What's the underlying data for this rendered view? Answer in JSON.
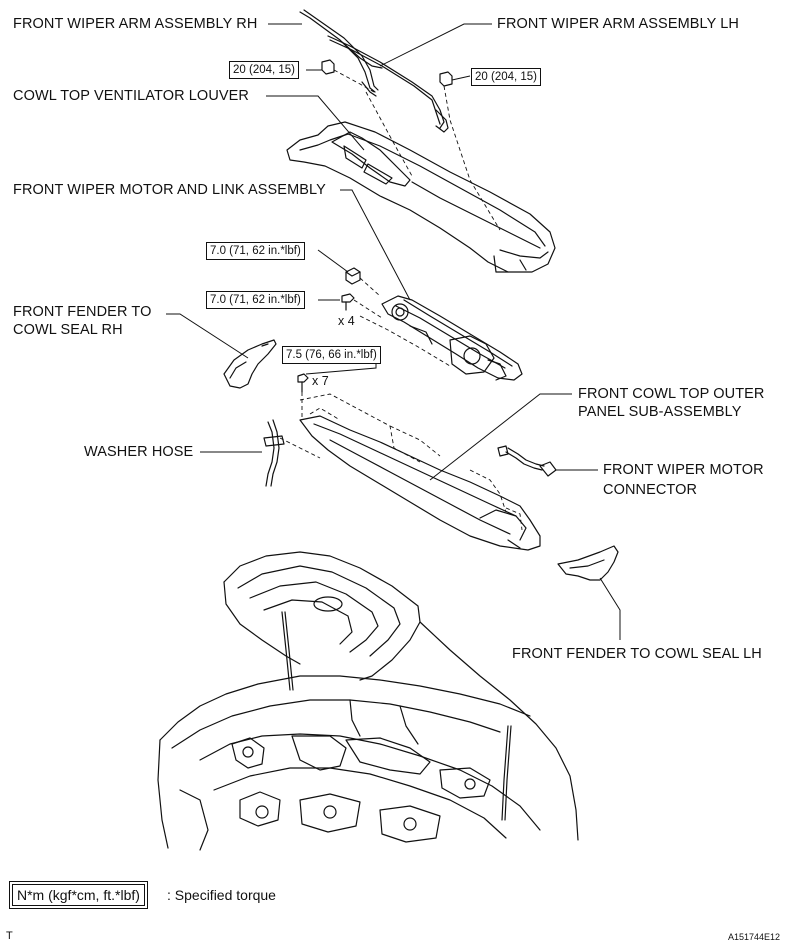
{
  "labels": {
    "wiper_arm_rh": "FRONT WIPER ARM ASSEMBLY RH",
    "wiper_arm_lh": "FRONT WIPER ARM ASSEMBLY LH",
    "cowl_louver": "COWL TOP VENTILATOR LOUVER",
    "motor_link": "FRONT WIPER MOTOR AND LINK ASSEMBLY",
    "fender_seal_rh_line1": "FRONT FENDER TO",
    "fender_seal_rh_line2": "COWL SEAL RH",
    "washer_hose": "WASHER HOSE",
    "cowl_outer_line1": "FRONT COWL TOP OUTER",
    "cowl_outer_line2": "PANEL SUB-ASSEMBLY",
    "motor_connector_line1": "FRONT WIPER MOTOR",
    "motor_connector_line2": "CONNECTOR",
    "fender_seal_lh": "FRONT FENDER TO COWL SEAL LH"
  },
  "torques": {
    "arm_rh": "20 (204, 15)",
    "arm_lh": "20 (204, 15)",
    "motor_nut": "7.0 (71, 62 in.*lbf)",
    "motor_bolt": "7.0 (71, 62 in.*lbf)",
    "cowl_bolt": "7.5 (76, 66 in.*lbf)"
  },
  "quantities": {
    "motor_bolts": "x 4",
    "cowl_bolts": "x 7"
  },
  "legend": {
    "unit_box": "N*m (kgf*cm, ft.*lbf)",
    "text": ": Specified torque"
  },
  "footer": {
    "left_code": "T",
    "figure_id": "A151744E12"
  }
}
